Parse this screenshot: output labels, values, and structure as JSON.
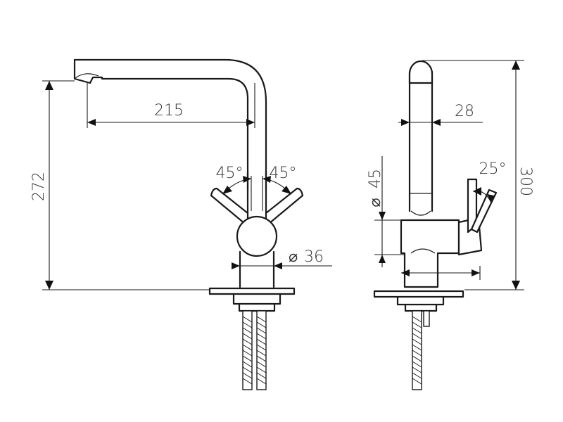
{
  "dimensions": {
    "spout_reach": "215",
    "total_height": "272",
    "lever_left_angle": "45°",
    "lever_right_angle": "45°",
    "body_diameter": "36",
    "pipe_diameter": "28",
    "base_height": "45",
    "side_lever_angle": "25°",
    "side_total_height": "300"
  },
  "symbols": {
    "diameter": "⌀"
  }
}
